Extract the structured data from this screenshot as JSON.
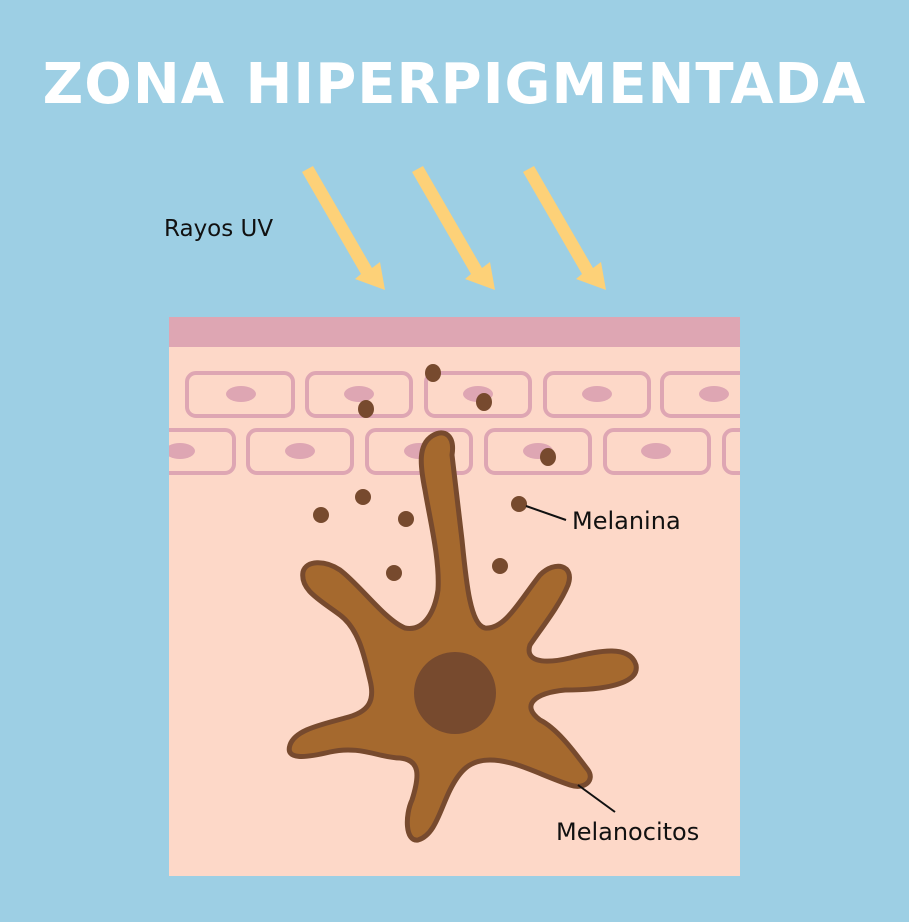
{
  "title": "ZONA HIPERPIGMENTADA",
  "labels": {
    "uv": "Rayos UV",
    "melanin": "Melanina",
    "melanocytes": "Melanocitos"
  },
  "colors": {
    "background": "#9dcfe4",
    "title": "#ffffff",
    "uv_arrow": "#fdd178",
    "stratum_top": "#dea6b3",
    "skin": "#fdd8c8",
    "cell_outline": "#dea6b3",
    "melanocyte_fill": "#a5692e",
    "melanocyte_outline": "#774a2e",
    "nucleus": "#774a2e",
    "melanin_dot": "#774a2e"
  }
}
